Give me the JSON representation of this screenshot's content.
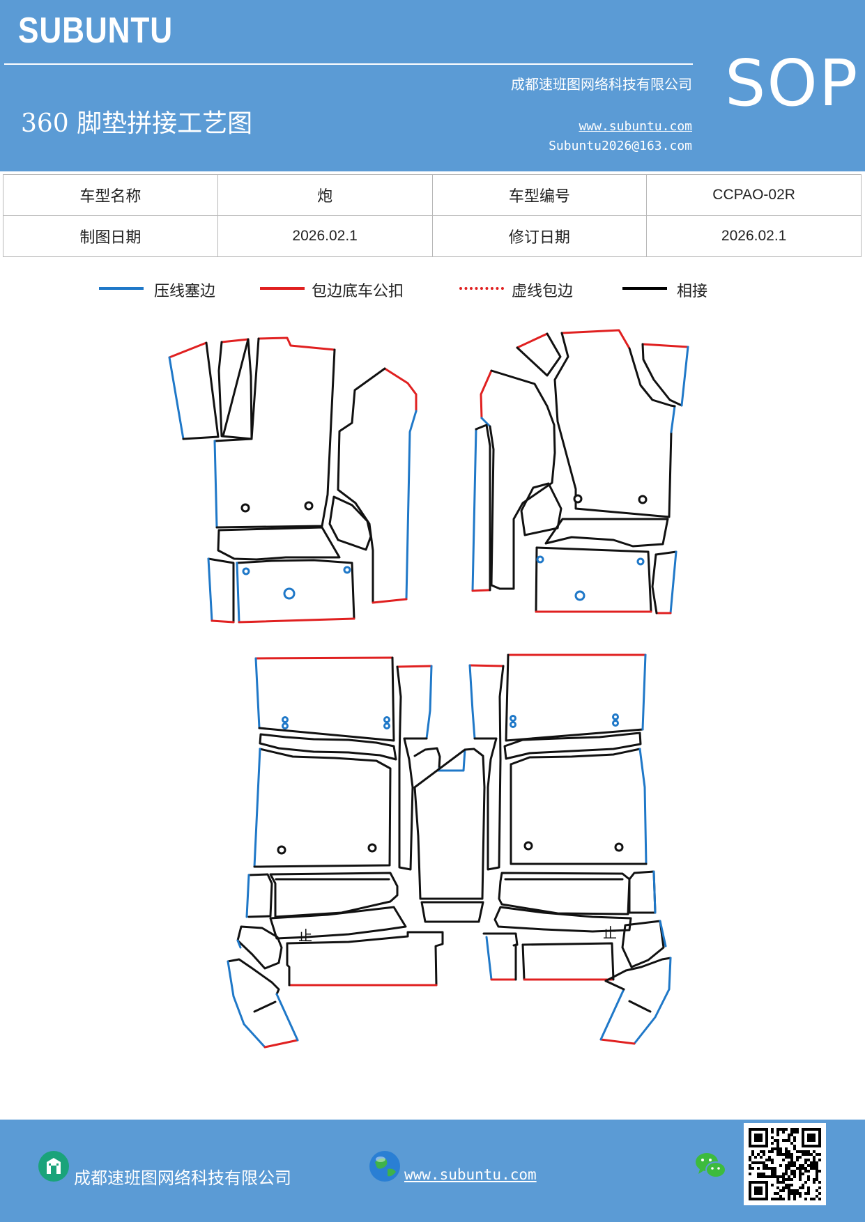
{
  "header": {
    "brand": "SUBUNTU",
    "company": "成都速班图网络科技有限公司",
    "title": "360 脚垫拼接工艺图",
    "website": "www.subuntu.com",
    "email": "Subuntu2026@163.com",
    "doc_type": "SOP"
  },
  "info_table": {
    "row1": {
      "label1": "车型名称",
      "value1": "炮",
      "label2": "车型编号",
      "value2": "CCPAO-02R"
    },
    "row2": {
      "label1": "制图日期",
      "value1": "2026.02.1",
      "label2": "修订日期",
      "value2": "2026.02.1"
    }
  },
  "legend": [
    {
      "label": "压线塞边",
      "color": "#1f78c8",
      "style": "solid"
    },
    {
      "label": "包边底车公扣",
      "color": "#e02020",
      "style": "solid"
    },
    {
      "label": "虚线包边",
      "color": "#e02020",
      "style": "dotted"
    },
    {
      "label": "相接",
      "color": "#000000",
      "style": "solid"
    }
  ],
  "drawing": {
    "mark_left": "止",
    "mark_right": "止"
  },
  "footer": {
    "company": "成都速班图网络科技有限公司",
    "website": "www.subuntu.com"
  },
  "icons": {
    "company": "building-icon",
    "web": "globe-icon",
    "wechat": "wechat-icon",
    "qr": "qr-code"
  },
  "colors": {
    "brand_blue": "#5b9bd5",
    "blue_edge": "#1f78c8",
    "red_edge": "#e02020"
  }
}
